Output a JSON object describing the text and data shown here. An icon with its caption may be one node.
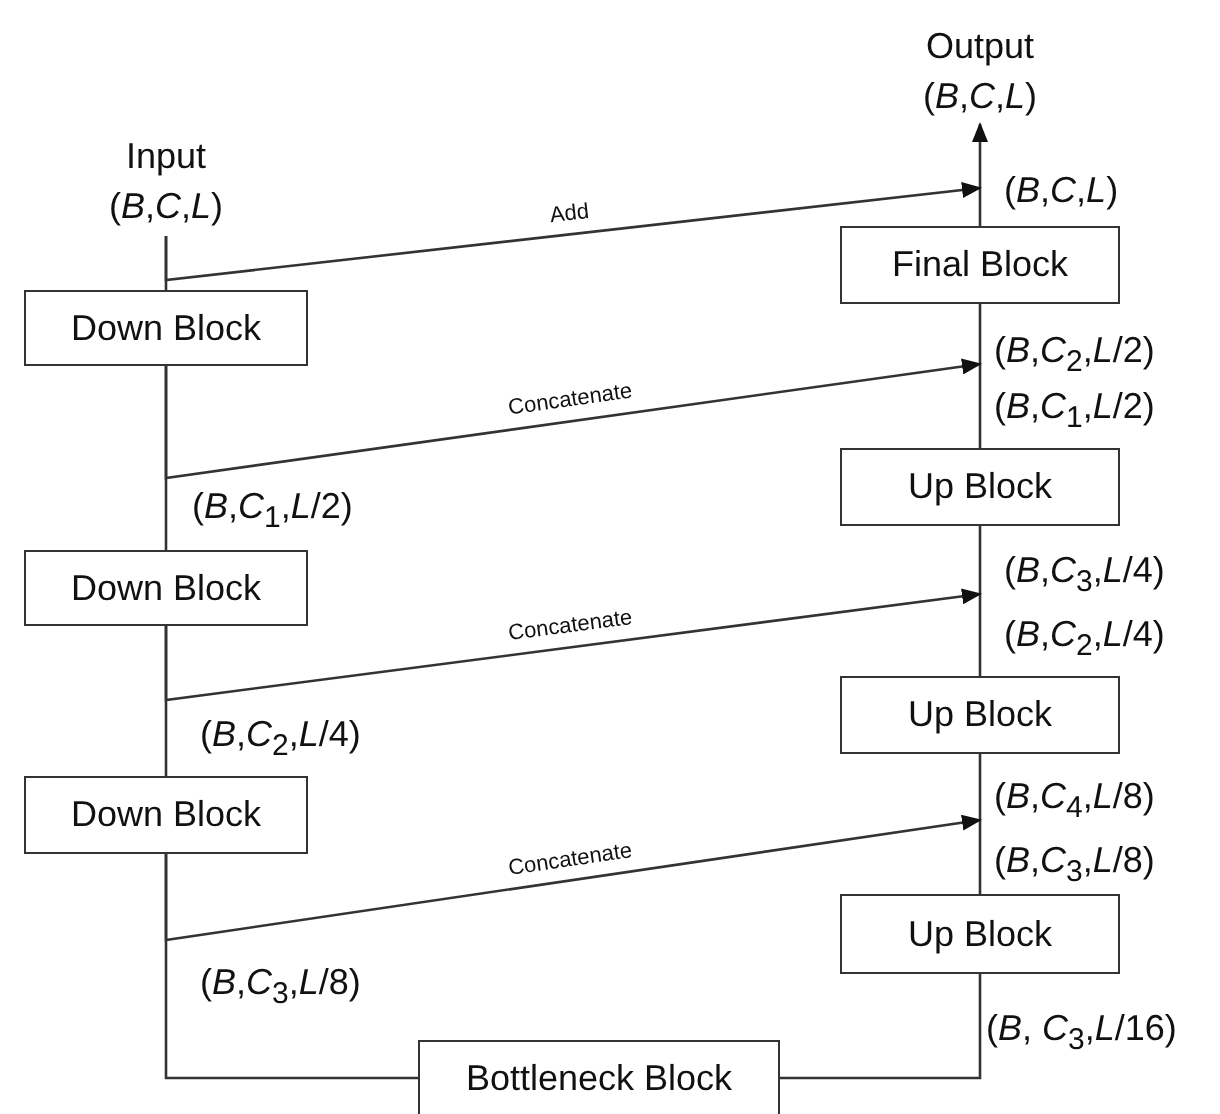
{
  "diagram": {
    "nodes": [
      {
        "text": [
          "Input",
          "(*B*,*C*,*L*)"
        ]
      },
      {
        "text": [
          "Down Block"
        ]
      },
      {
        "text": [
          "Down Block"
        ]
      },
      {
        "text": [
          "Down Block"
        ]
      },
      {
        "text": [
          "Bottleneck Block"
        ]
      },
      {
        "text": [
          "Up Block"
        ]
      },
      {
        "text": [
          "Up Block"
        ]
      },
      {
        "text": [
          "Up Block"
        ]
      },
      {
        "text": [
          "Final Block"
        ]
      },
      {
        "text": [
          "Output",
          "(*B*,*C*,*L*)"
        ]
      }
    ],
    "edges": [
      {
        "from": 0,
        "to": 1,
        "arrow": "none"
      },
      {
        "from": 1,
        "to": 2,
        "arrow": "none"
      },
      {
        "from": 2,
        "to": 3,
        "arrow": "none"
      },
      {
        "from": 3,
        "to": 4,
        "arrow": "none"
      },
      {
        "from": 4,
        "to": 5,
        "arrow": "none"
      },
      {
        "from": 5,
        "to": 6,
        "arrow": "none"
      },
      {
        "from": 6,
        "to": 7,
        "arrow": "none"
      },
      {
        "from": 7,
        "to": 8,
        "arrow": "none"
      },
      {
        "from": 8,
        "to": 9,
        "arrow": "to"
      },
      {
        "from": 0,
        "to": 8,
        "arrow": "to",
        "label": "Add"
      },
      {
        "from": 1,
        "to": 8,
        "arrow": "to",
        "label": "Concatenate"
      },
      {
        "from": 2,
        "to": 7,
        "arrow": "to",
        "label": "Concatenate"
      },
      {
        "from": 3,
        "to": 6,
        "arrow": "to",
        "label": "Concatenate"
      }
    ],
    "labels": [
      "(*B*,*C*,*L*)",
      "(*B*,*C*$_{2}$,*L*/2)",
      "(*B*,*C*$_{1}$,*L*/2)",
      "(*B*,*C*$_{1}$,*L*/2)",
      "(*B*,*C*$_{3}$,*L*/4)",
      "(*B*,*C*$_{2}$,*L*/4)",
      "(*B*,*C*$_{2}$,*L*/4)",
      "(*B*,*C*$_{4}$,*L*/8)",
      "(*B*,*C*$_{3}$,*L*/8)",
      "(*B*,*C*$_{3}$,*L*/8)",
      "(*B*, *C*$_{3}$,*L*/16)"
    ]
  }
}
